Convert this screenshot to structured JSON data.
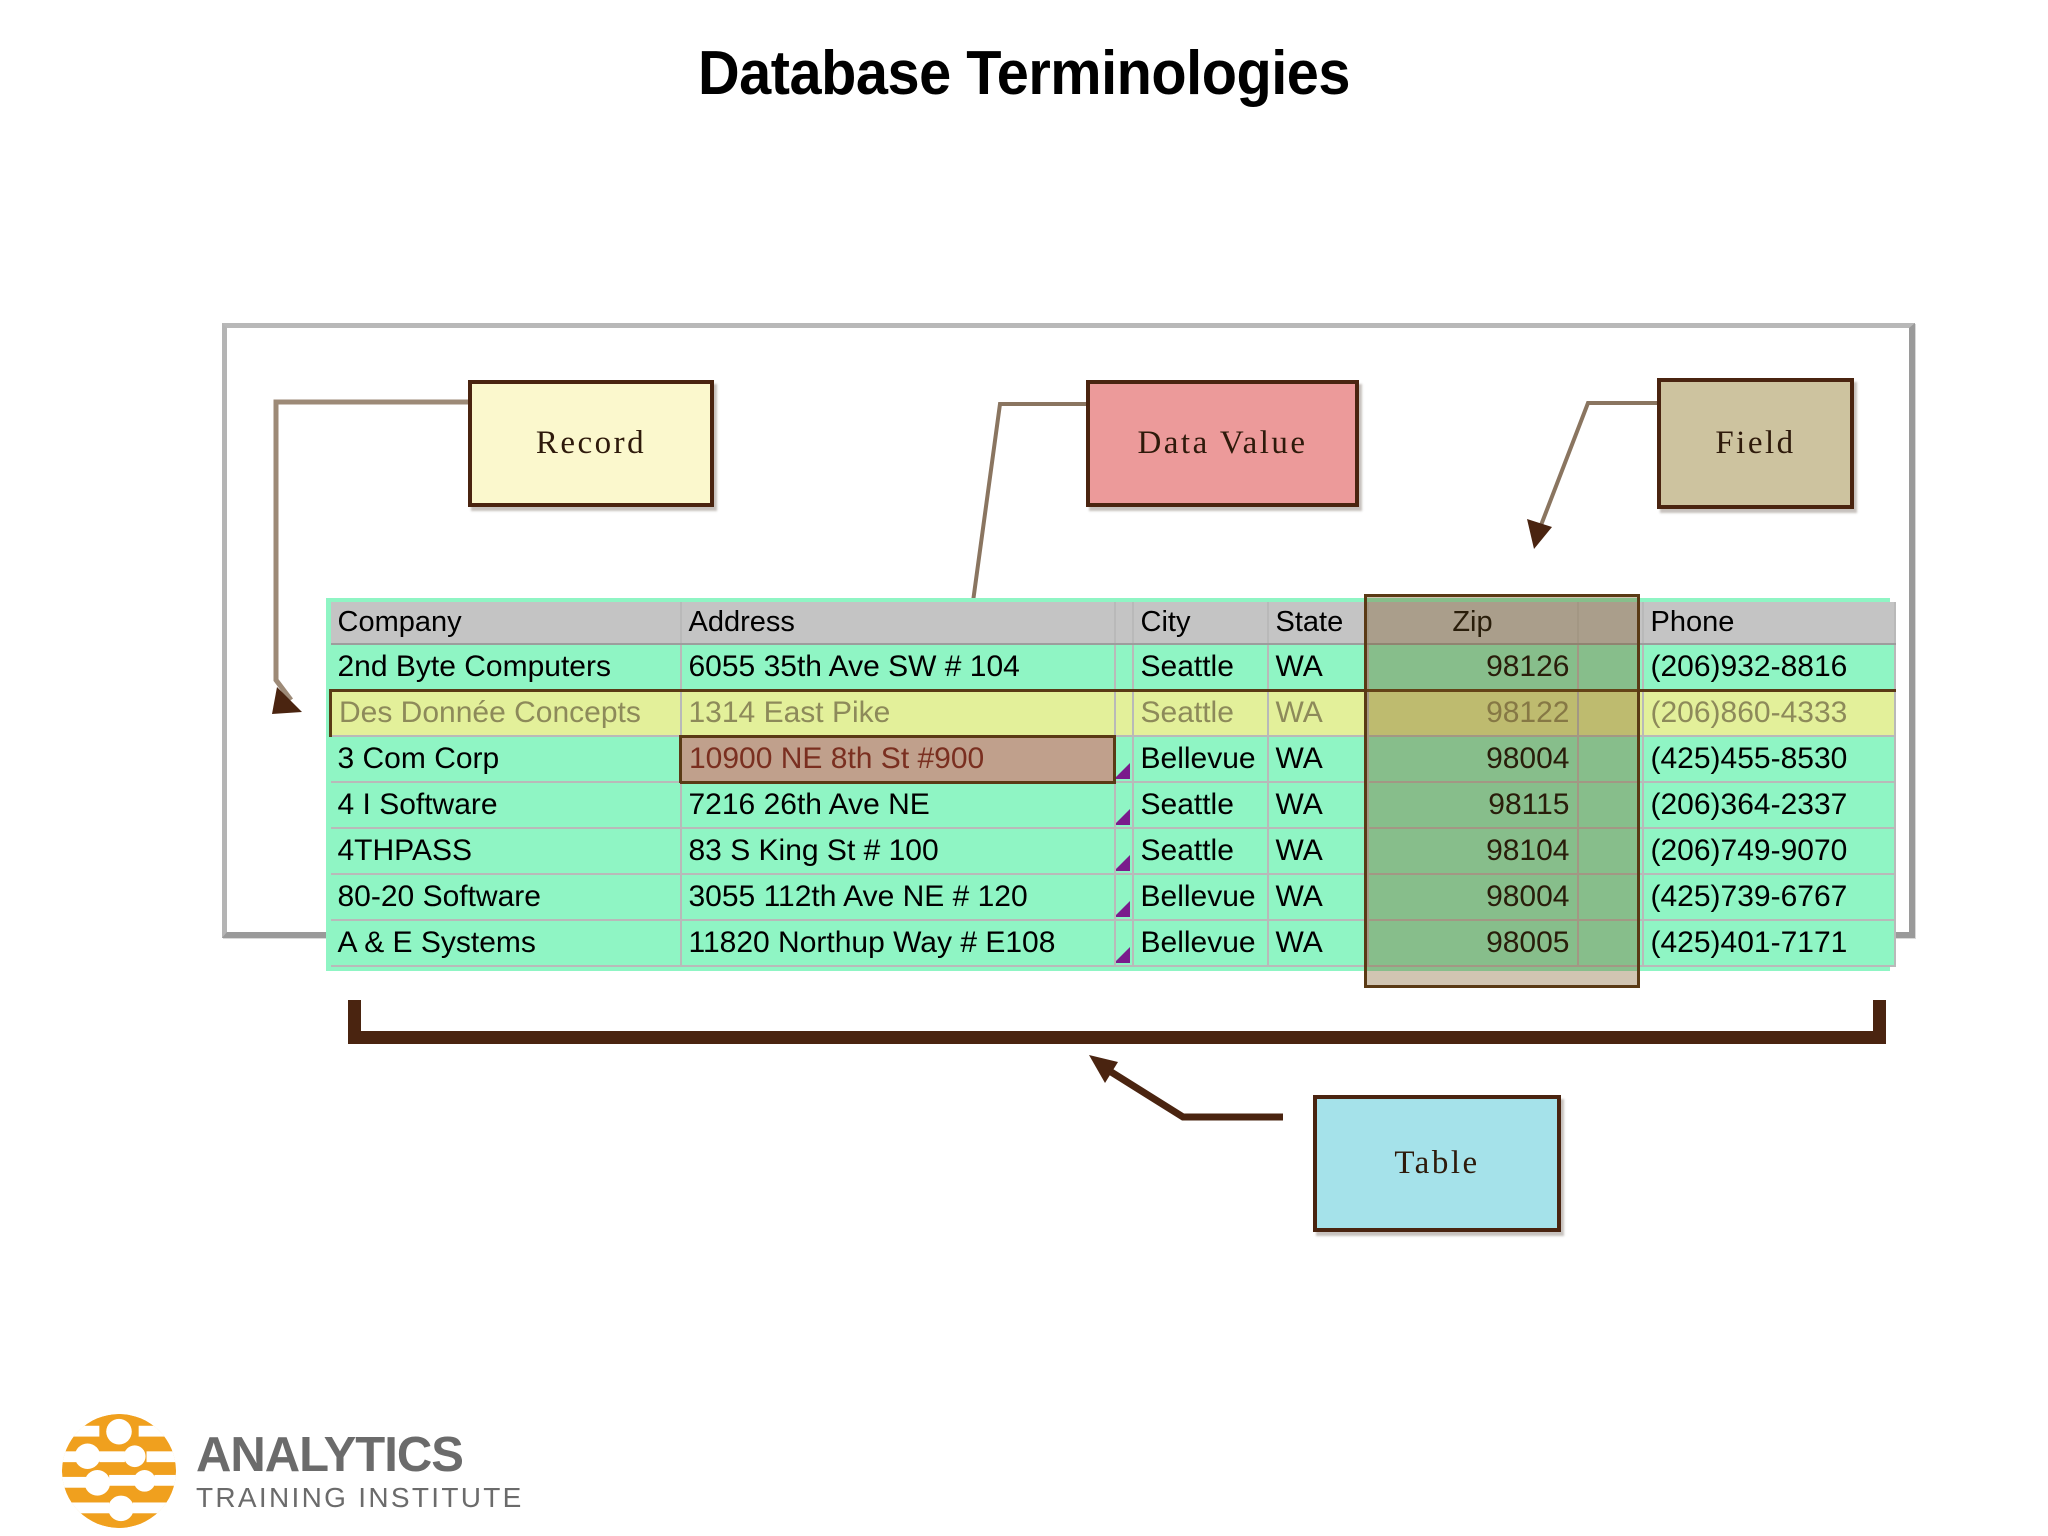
{
  "slide": {
    "title": "Database Terminologies"
  },
  "callouts": [
    {
      "id": "record",
      "label": "Record",
      "color": "#fbf8cd"
    },
    {
      "id": "data_value",
      "label": "Data Value",
      "color": "#ec9a9a"
    },
    {
      "id": "field",
      "label": "Field",
      "color": "#cdc39f"
    },
    {
      "id": "table",
      "label": "Table",
      "color": "#a5e2ea"
    }
  ],
  "table": {
    "columns": [
      "Company",
      "Address",
      "City",
      "State",
      "Zip",
      "Phone"
    ],
    "rows": [
      {
        "company": "2nd Byte Computers",
        "address": "6055 35th Ave SW # 104",
        "city": "Seattle",
        "state": "WA",
        "zip": "98126",
        "phone": "(206)932-8816",
        "overflow": false
      },
      {
        "company": "Des Donnée Concepts",
        "address": "1314 East Pike",
        "city": "Seattle",
        "state": "WA",
        "zip": "98122",
        "phone": "(206)860-4333",
        "overflow": false,
        "highlight": "record"
      },
      {
        "company": "3 Com Corp",
        "address": "10900 NE 8th St #900",
        "city": "Bellevue",
        "state": "WA",
        "zip": "98004",
        "phone": "(425)455-8530",
        "overflow": true,
        "highlight": "data_value"
      },
      {
        "company": "4 I Software",
        "address": "7216 26th Ave NE",
        "city": "Seattle",
        "state": "WA",
        "zip": "98115",
        "phone": "(206)364-2337",
        "overflow": true
      },
      {
        "company": "4THPASS",
        "address": "83 S King St # 100",
        "city": "Seattle",
        "state": "WA",
        "zip": "98104",
        "phone": "(206)749-9070",
        "overflow": true
      },
      {
        "company": "80-20 Software",
        "address": "3055 112th Ave NE # 120",
        "city": "Bellevue",
        "state": "WA",
        "zip": "98004",
        "phone": "(425)739-6767",
        "overflow": true
      },
      {
        "company": "A & E Systems",
        "address": "11820 Northup Way # E108",
        "city": "Bellevue",
        "state": "WA",
        "zip": "98005",
        "phone": "(425)401-7171",
        "overflow": true
      }
    ]
  },
  "colors": {
    "row_green": "#8ff5c4",
    "header_gray": "#c4c4c4",
    "record_highlight": "#e3f09a",
    "datavalue_highlight": "#c0a08c",
    "zip_field_overlay": "#78541e",
    "connector_brown": "#4a2410",
    "logo_orange": "#f0a01e",
    "logo_gray": "#6b6b6b"
  },
  "footer": {
    "logo_title": "ANALYTICS",
    "logo_subtitle": "TRAINING INSTITUTE",
    "logo_icon": "analytics-network-circle-icon"
  }
}
